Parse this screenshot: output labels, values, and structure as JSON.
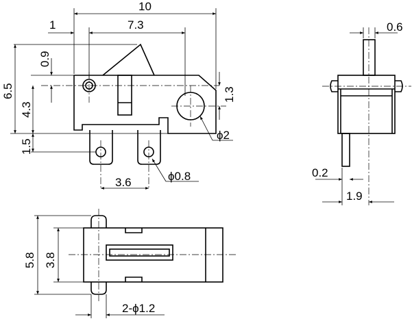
{
  "front_view": {
    "dims": {
      "overall_width": "10",
      "offset": "1",
      "hole_spacing": "7.3",
      "top_offset": "0.9",
      "overall_height": "6.5",
      "body_height": "4.3",
      "hole_offset": "1.3",
      "hole_dia": "ϕ2",
      "terminal_offset": "1.5",
      "terminal_pitch": "3.6",
      "terminal_hole_dia": "ϕ0.8"
    }
  },
  "side_view": {
    "dims": {
      "actuator_width": "0.6",
      "terminal_thickness": "0.2",
      "terminal_offset": "1.9"
    }
  },
  "bottom_view": {
    "dims": {
      "overall_width": "5.8",
      "body_width": "3.8",
      "pin_dia": "2-ϕ1.2"
    }
  },
  "colors": {
    "line": "#000000",
    "background": "#ffffff"
  }
}
